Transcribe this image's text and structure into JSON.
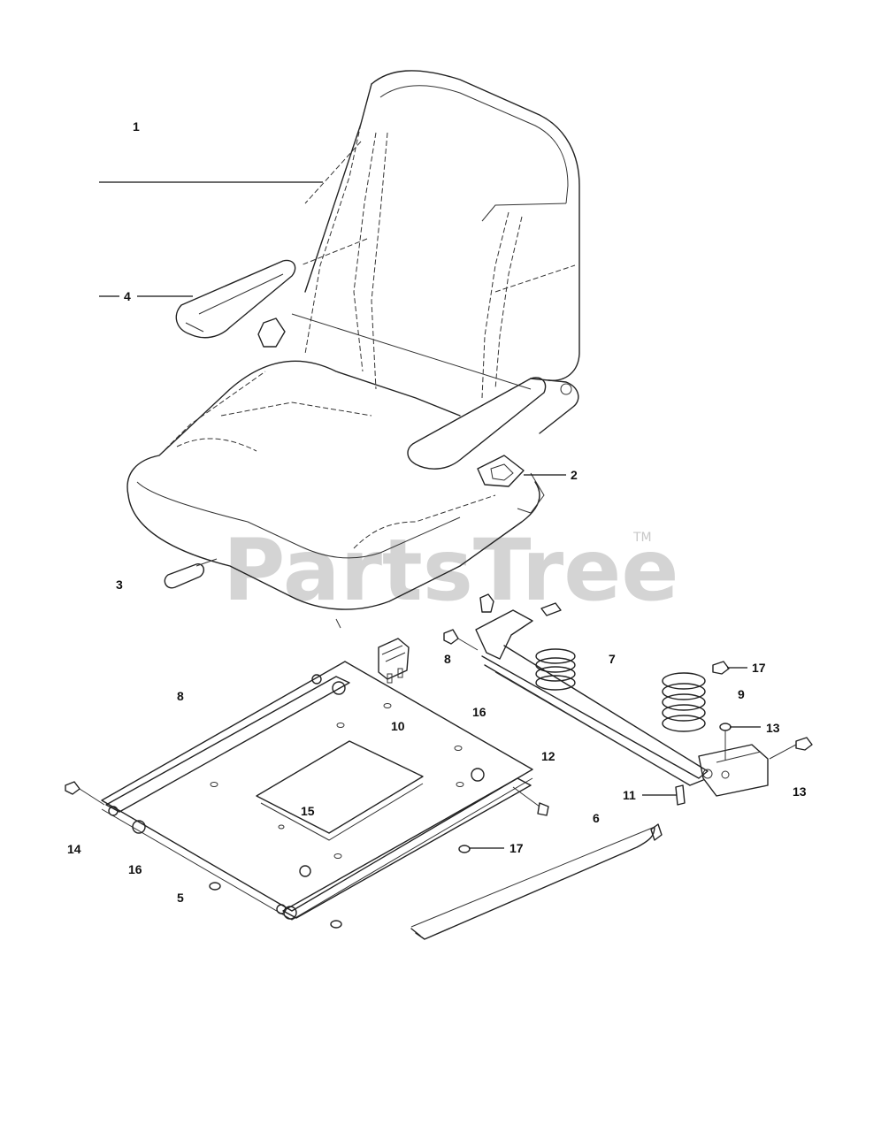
{
  "watermark": {
    "text": "PartsTree",
    "trademark": "TM"
  },
  "callouts": [
    {
      "id": "c1",
      "label": "1"
    },
    {
      "id": "c4",
      "label": "4"
    },
    {
      "id": "c2",
      "label": "2"
    },
    {
      "id": "c3",
      "label": "3"
    },
    {
      "id": "c7",
      "label": "7"
    },
    {
      "id": "c17a",
      "label": "17"
    },
    {
      "id": "c8a",
      "label": "8"
    },
    {
      "id": "c8b",
      "label": "8"
    },
    {
      "id": "c9",
      "label": "9"
    },
    {
      "id": "c10",
      "label": "10"
    },
    {
      "id": "c16a",
      "label": "16"
    },
    {
      "id": "c13a",
      "label": "13"
    },
    {
      "id": "c12",
      "label": "12"
    },
    {
      "id": "c13b",
      "label": "13"
    },
    {
      "id": "c11",
      "label": "11"
    },
    {
      "id": "c14",
      "label": "14"
    },
    {
      "id": "c15",
      "label": "15"
    },
    {
      "id": "c6",
      "label": "6"
    },
    {
      "id": "c17b",
      "label": "17"
    },
    {
      "id": "c16b",
      "label": "16"
    },
    {
      "id": "c5",
      "label": "5"
    }
  ]
}
